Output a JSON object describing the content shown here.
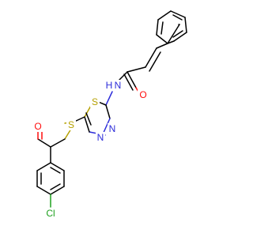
{
  "molecule": {
    "atoms": {
      "N_amide": "N",
      "H_amide": "H",
      "O_carbonyl": "O",
      "S_ring": "S",
      "N_ring_a": "N",
      "N_ring_b": "N",
      "S_thio": "S",
      "O_ketone": "O",
      "Cl": "Cl"
    },
    "colors": {
      "carbon": "#000000",
      "nitrogen": "#2b2bd9",
      "oxygen": "#ff0d0d",
      "sulfur": "#b5a000",
      "chlorine": "#1fa01f"
    }
  }
}
